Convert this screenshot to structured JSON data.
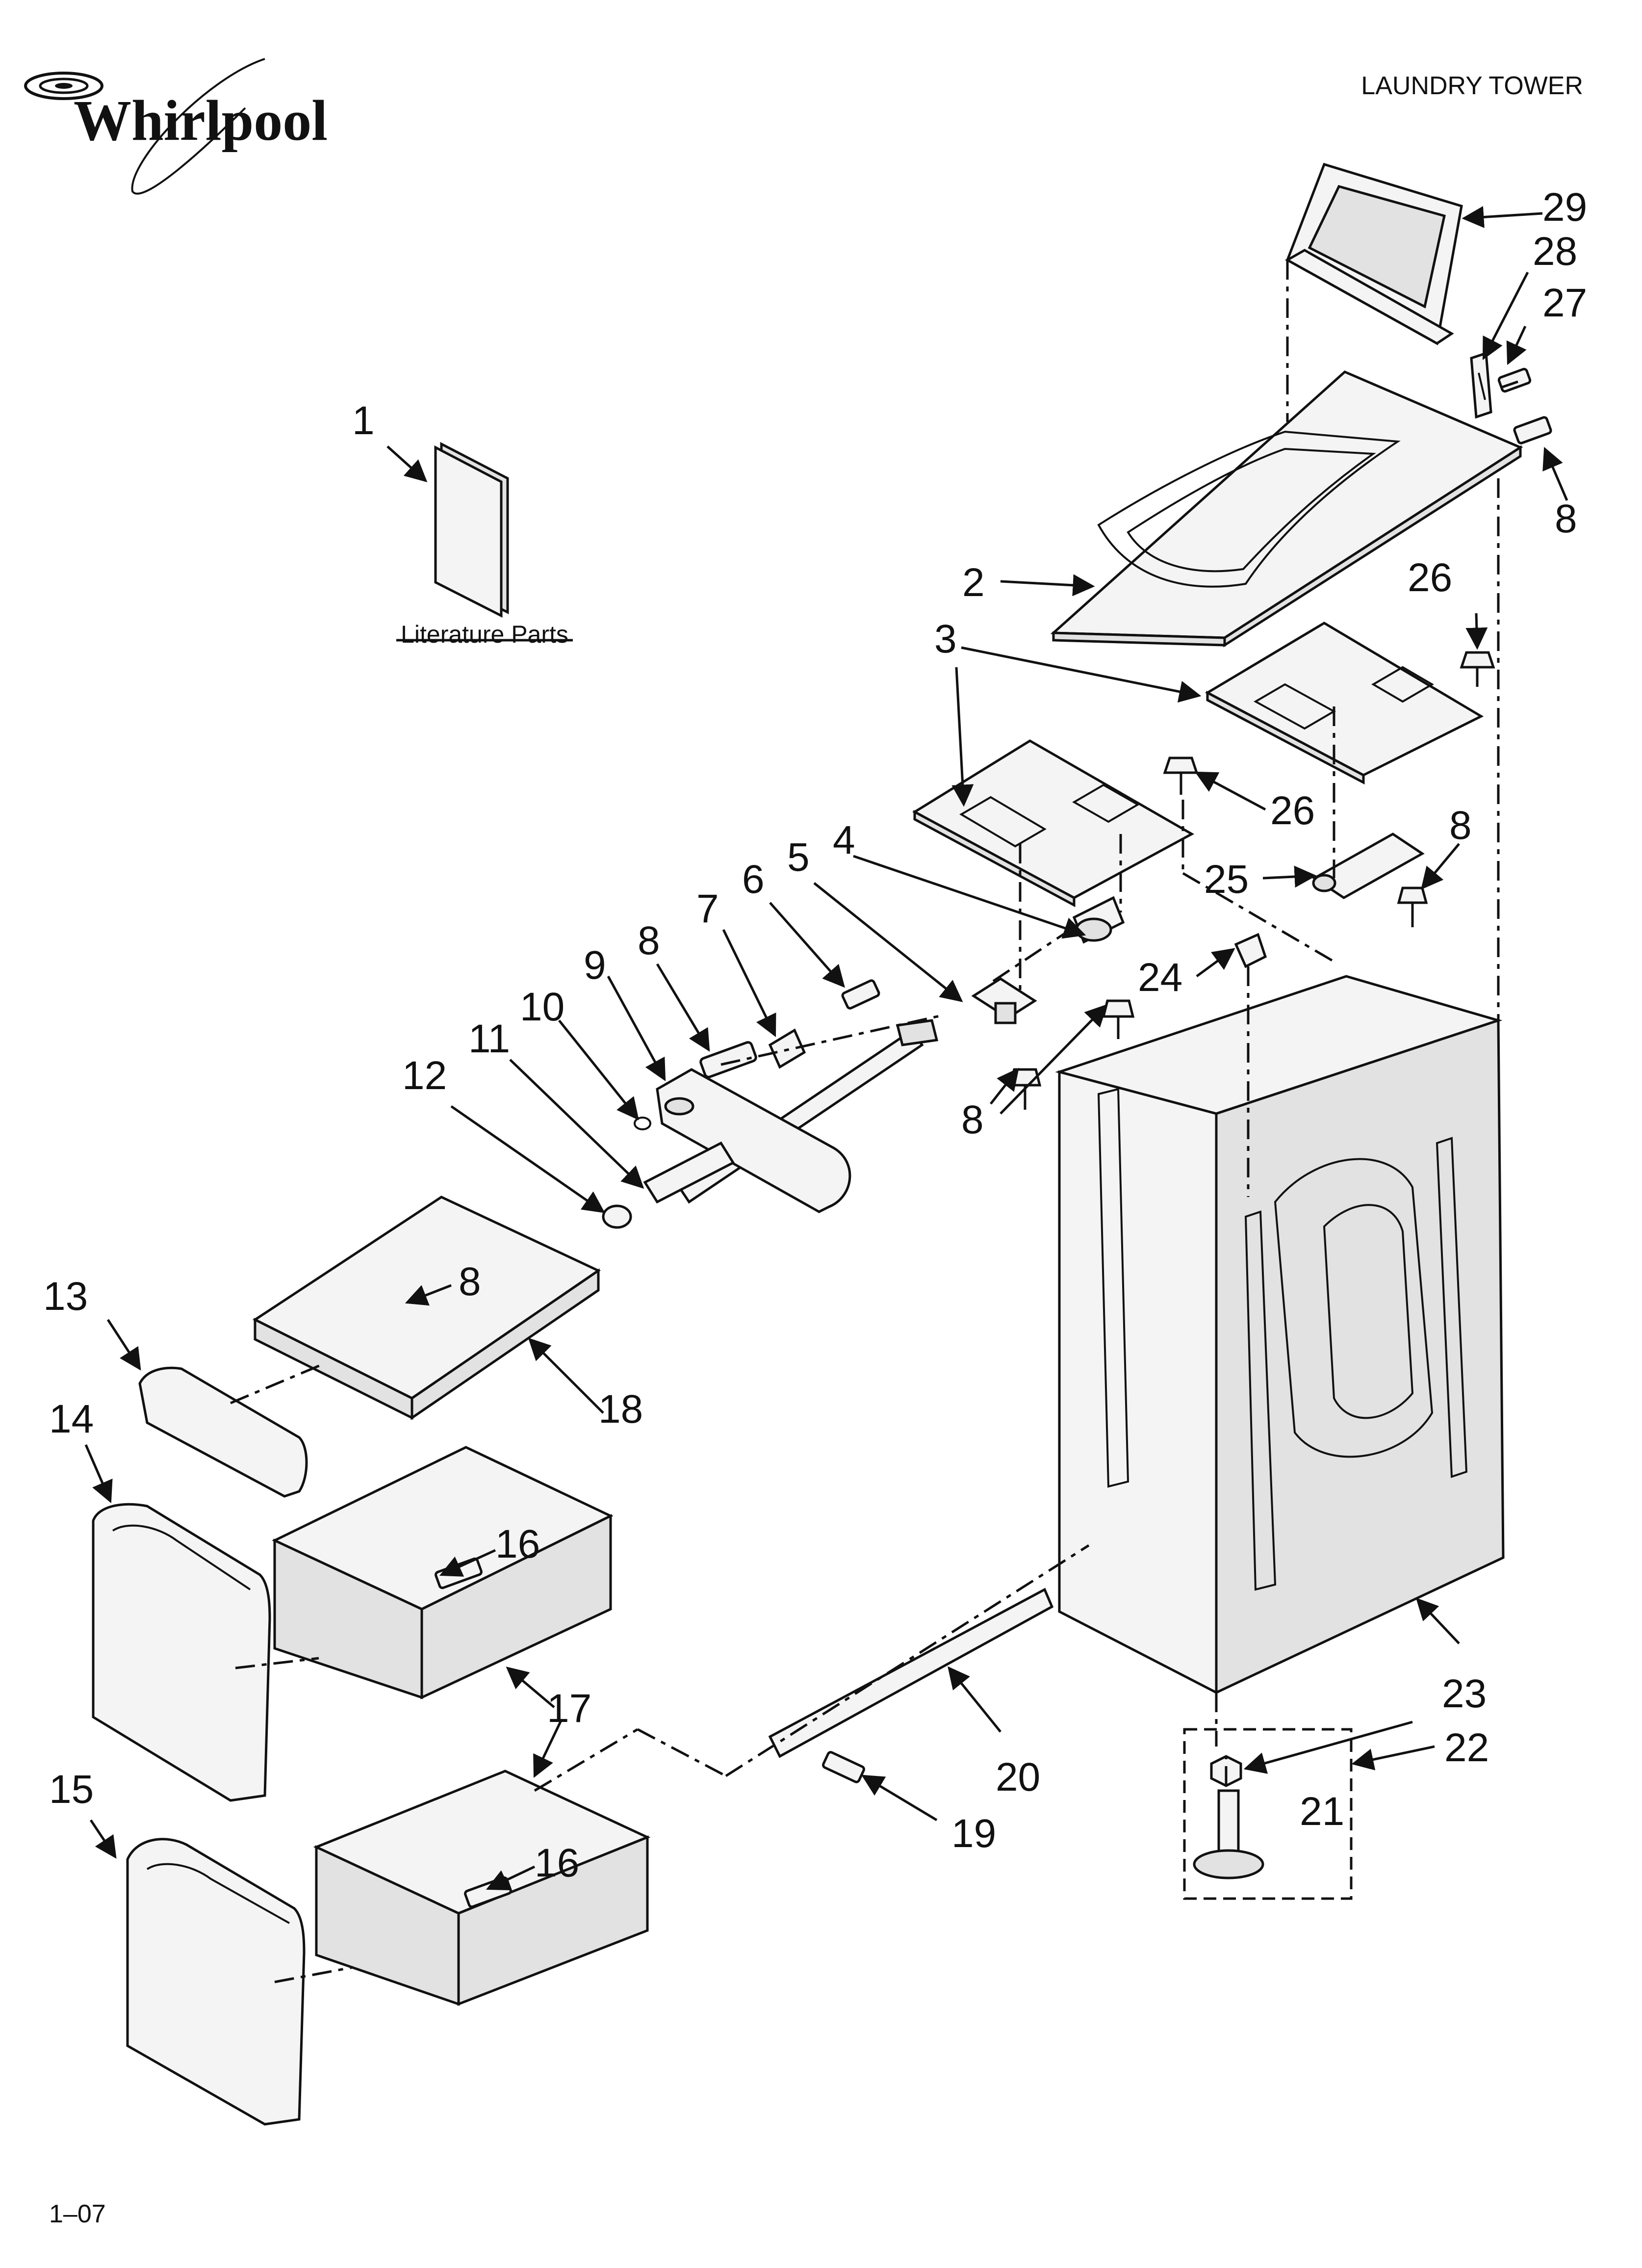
{
  "brand": "Whirlpool",
  "header_title": "LAUNDRY TOWER",
  "literature_label": "Literature Parts",
  "footer_code": "1–07",
  "callouts": [
    "1",
    "2",
    "3",
    "4",
    "5",
    "6",
    "7",
    "8",
    "9",
    "10",
    "11",
    "12",
    "13",
    "14",
    "15",
    "16",
    "17",
    "18",
    "19",
    "20",
    "21",
    "22",
    "23",
    "24",
    "25",
    "26",
    "27",
    "28",
    "29"
  ]
}
